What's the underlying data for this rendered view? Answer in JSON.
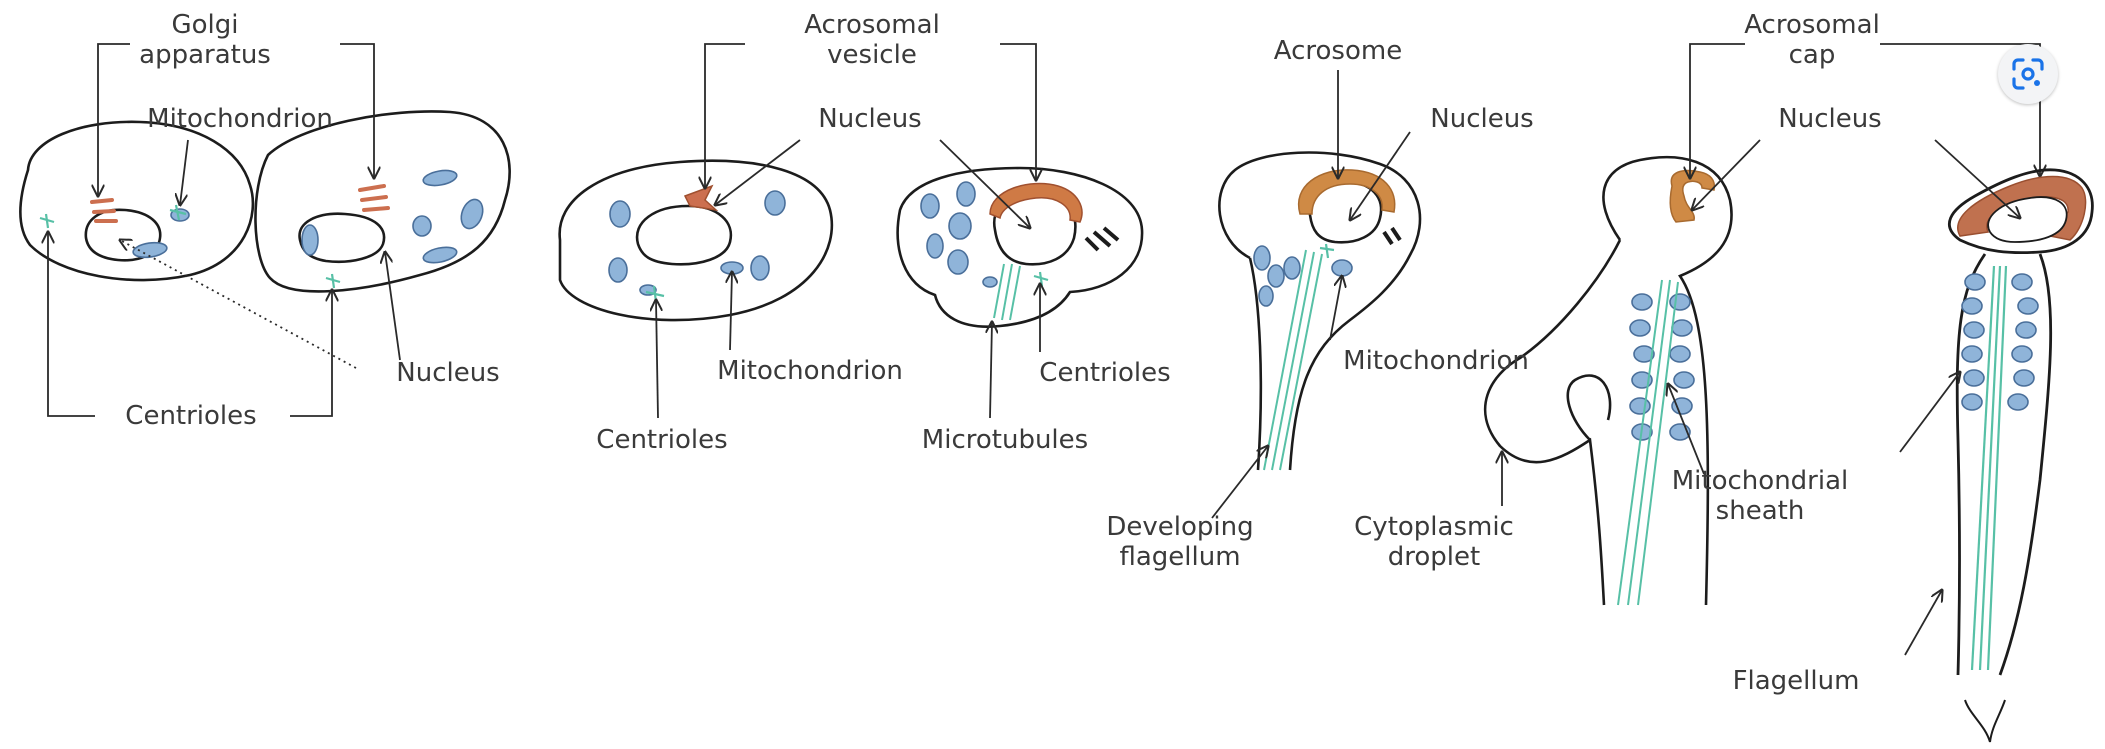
{
  "colors": {
    "outline": "#1c1c1c",
    "label": "#3a3a3a",
    "mitochondria": "#8fb4d9",
    "golgi": "#cc6f4f",
    "acrosome": "#cf8a45",
    "microtubules": "#57c0a6",
    "lens_blue": "#1a73e8"
  },
  "icons": {
    "lens": "visual-search-icon"
  },
  "labels": {
    "s1_golgi": [
      "Golgi",
      "apparatus"
    ],
    "s1_mitochondrion": "Mitochondrion",
    "s1_nucleus": "Nucleus",
    "s1_centrioles": "Centrioles",
    "s2_acrosomal_vesicle": [
      "Acrosomal",
      "vesicle"
    ],
    "s2_nucleus": "Nucleus",
    "s2_mitochondrion": "Mitochondrion",
    "s2_centrioles_a": "Centrioles",
    "s2_centrioles_b": "Centrioles",
    "s2_microtubules": "Microtubules",
    "s3_acrosome": "Acrosome",
    "s3_nucleus": "Nucleus",
    "s3_mitochondrion": "Mitochondrion",
    "s3_developing_flagellum": [
      "Developing",
      "flagellum"
    ],
    "s4_acrosomal_cap": [
      "Acrosomal",
      "cap"
    ],
    "s4_nucleus": "Nucleus",
    "s4_cytoplasmic_droplet": [
      "Cytoplasmic",
      "droplet"
    ],
    "s4_mitochondrial_sheath": [
      "Mitochondrial",
      "sheath"
    ],
    "s4_flagellum": "Flagellum"
  }
}
